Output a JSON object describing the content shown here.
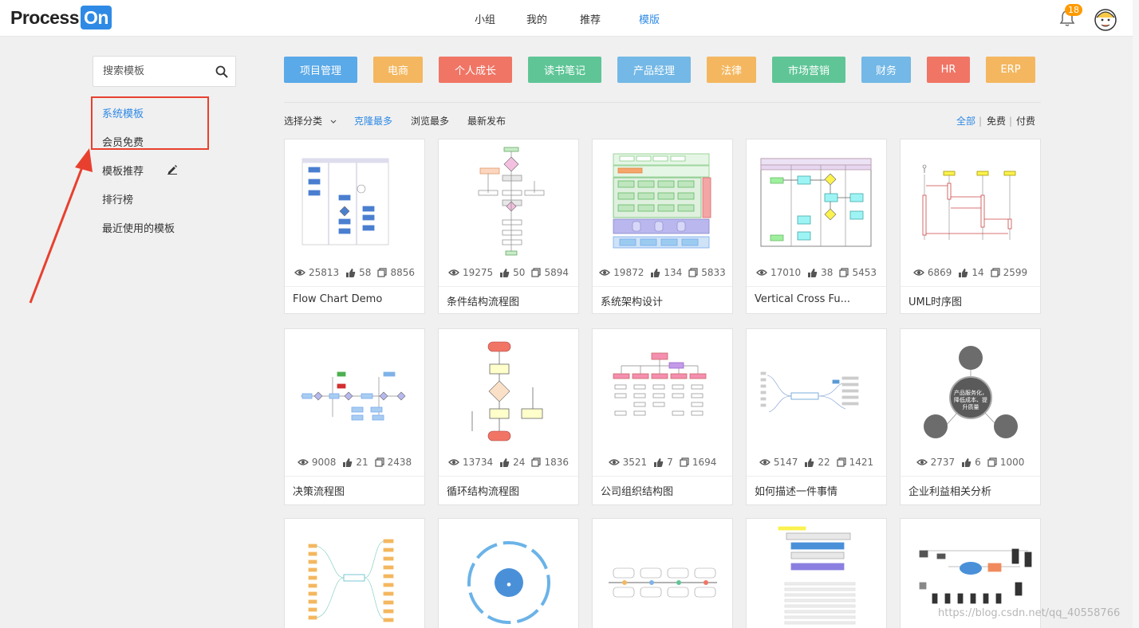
{
  "logo": {
    "text_a": "Process",
    "text_b": "On"
  },
  "nav": [
    {
      "label": "小组"
    },
    {
      "label": "我的"
    },
    {
      "label": "推荐"
    },
    {
      "label": "模版"
    }
  ],
  "notifications": {
    "count": "18"
  },
  "search": {
    "placeholder": "搜索模板"
  },
  "sidebar": {
    "items": [
      {
        "label": "系统模板"
      },
      {
        "label": "会员免费"
      },
      {
        "label": "模板推荐"
      },
      {
        "label": "排行榜"
      },
      {
        "label": "最近使用的模板"
      }
    ]
  },
  "categories": [
    {
      "label": "项目管理",
      "color": "#5aa9e8"
    },
    {
      "label": "电商",
      "color": "#f4b75f"
    },
    {
      "label": "个人成长",
      "color": "#f07565"
    },
    {
      "label": "读书笔记",
      "color": "#5fc597"
    },
    {
      "label": "产品经理",
      "color": "#73b8e6"
    },
    {
      "label": "法律",
      "color": "#f4b75f"
    },
    {
      "label": "市场营销",
      "color": "#5fc597"
    },
    {
      "label": "财务",
      "color": "#73b8e6"
    },
    {
      "label": "HR",
      "color": "#f07565"
    },
    {
      "label": "ERP",
      "color": "#f4b75f"
    }
  ],
  "filters": {
    "select_label": "选择分类",
    "sort": [
      "克隆最多",
      "浏览最多",
      "最新发布"
    ],
    "price": [
      "全部",
      "免费",
      "付费"
    ],
    "separator": "|"
  },
  "cards": [
    {
      "title": "Flow Chart Demo",
      "views": "25813",
      "likes": "58",
      "clones": "8856"
    },
    {
      "title": "条件结构流程图",
      "views": "19275",
      "likes": "50",
      "clones": "5894"
    },
    {
      "title": "系统架构设计",
      "views": "19872",
      "likes": "134",
      "clones": "5833"
    },
    {
      "title": "Vertical Cross Fu...",
      "views": "17010",
      "likes": "38",
      "clones": "5453"
    },
    {
      "title": "UML时序图",
      "views": "6869",
      "likes": "14",
      "clones": "2599"
    },
    {
      "title": "决策流程图",
      "views": "9008",
      "likes": "21",
      "clones": "2438"
    },
    {
      "title": "循环结构流程图",
      "views": "13734",
      "likes": "24",
      "clones": "1836"
    },
    {
      "title": "公司组织结构图",
      "views": "3521",
      "likes": "7",
      "clones": "1694"
    },
    {
      "title": "如何描述一件事情",
      "views": "5147",
      "likes": "22",
      "clones": "1421"
    },
    {
      "title": "企业利益相关分析",
      "views": "2737",
      "likes": "6",
      "clones": "1000"
    },
    {
      "title": "",
      "views": "",
      "likes": "",
      "clones": ""
    },
    {
      "title": "",
      "views": "",
      "likes": "",
      "clones": ""
    },
    {
      "title": "",
      "views": "",
      "likes": "",
      "clones": ""
    },
    {
      "title": "",
      "views": "",
      "likes": "",
      "clones": ""
    },
    {
      "title": "",
      "views": "",
      "likes": "",
      "clones": ""
    }
  ],
  "thumb_texts": {
    "stakeholder_center": "产品服务化，降低成本，提升质量"
  },
  "watermark": "https://blog.csdn.net/qq_40558766"
}
